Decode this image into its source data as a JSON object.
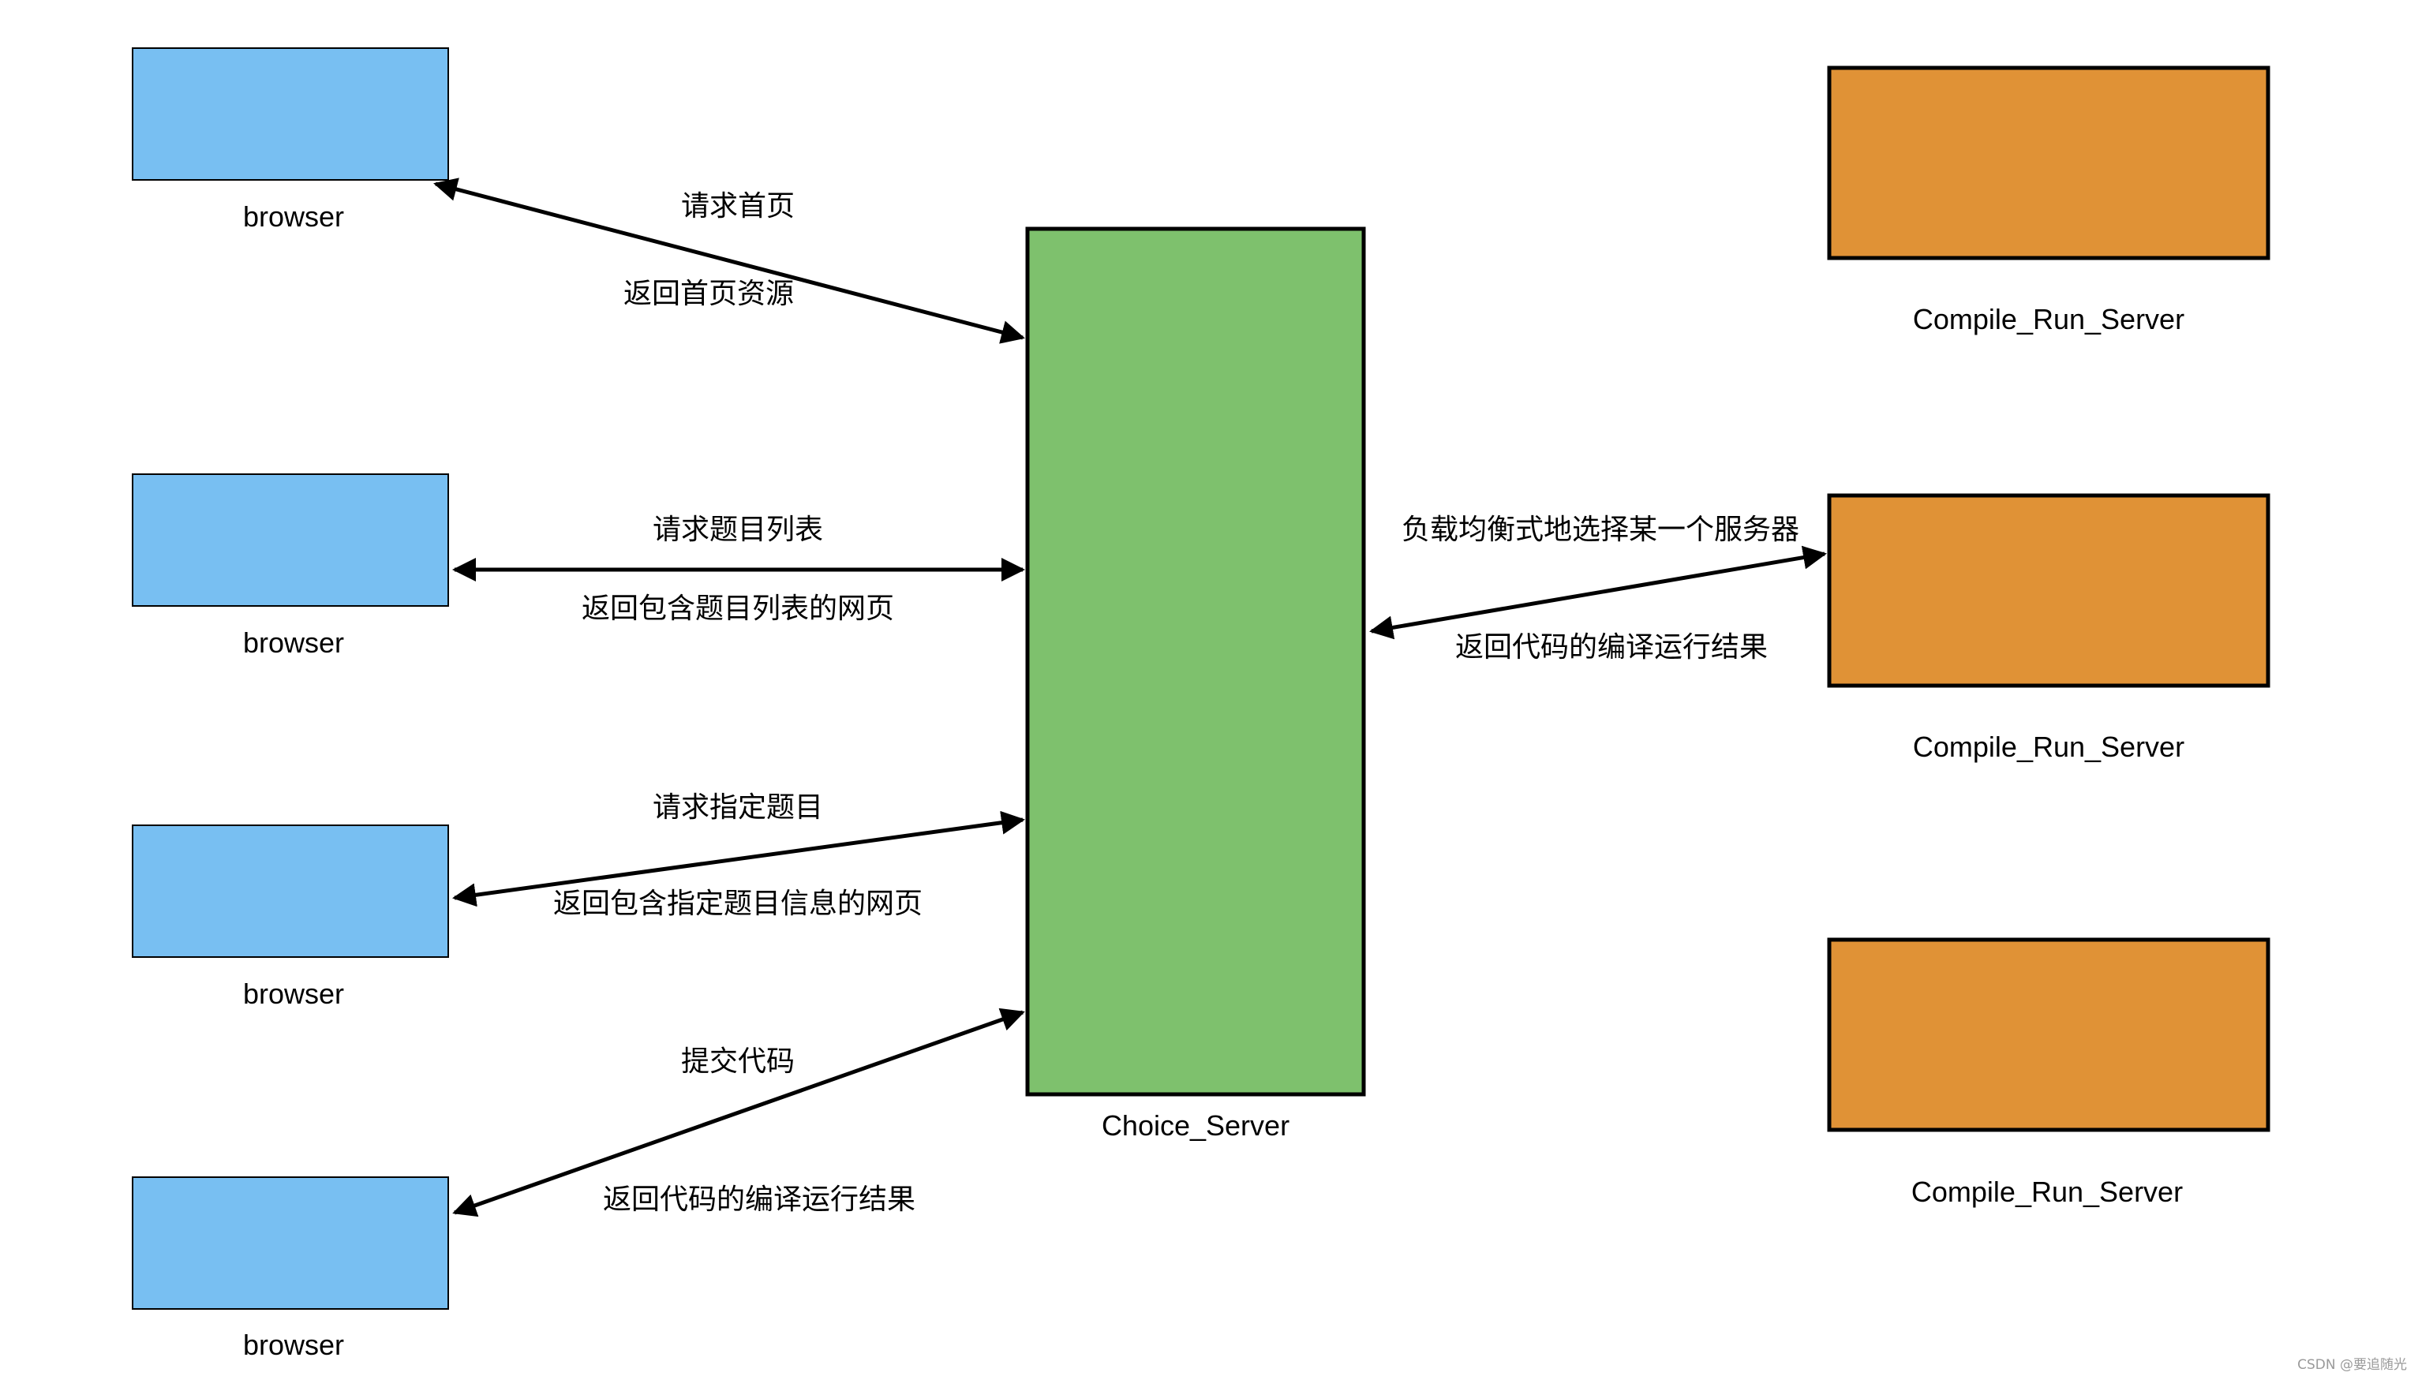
{
  "colors": {
    "browser": "#78BFF2",
    "choice_server": "#7EC16D",
    "compile_server": "#E09236",
    "stroke": "#000000"
  },
  "nodes": {
    "browsers": [
      {
        "label": "browser"
      },
      {
        "label": "browser"
      },
      {
        "label": "browser"
      },
      {
        "label": "browser"
      }
    ],
    "choice_server": {
      "label": "Choice_Server"
    },
    "compile_servers": [
      {
        "label": "Compile_Run_Server"
      },
      {
        "label": "Compile_Run_Server"
      },
      {
        "label": "Compile_Run_Server"
      }
    ]
  },
  "edges": [
    {
      "label_request": "请求首页",
      "label_response": "返回首页资源"
    },
    {
      "label_request": "请求题目列表",
      "label_response": "返回包含题目列表的网页"
    },
    {
      "label_request": "请求指定题目",
      "label_response": "返回包含指定题目信息的网页"
    },
    {
      "label_request": "提交代码",
      "label_response": "返回代码的编译运行结果"
    },
    {
      "label_request": "负载均衡式地选择某一个服务器",
      "label_response": "返回代码的编译运行结果"
    }
  ],
  "watermark": "CSDN @要追随光"
}
